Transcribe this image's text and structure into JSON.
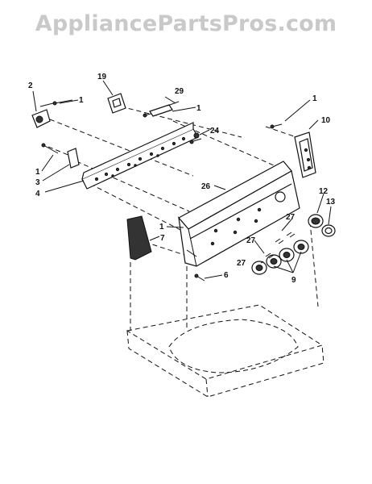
{
  "watermark": "AppliancePartsPros.com",
  "callouts": {
    "c1a": "1",
    "c2": "2",
    "c19": "19",
    "c29": "29",
    "c1b": "1",
    "c24": "24",
    "c1c": "1",
    "c10": "10",
    "c1d": "1",
    "c3": "3",
    "c4": "4",
    "c26": "26",
    "c12": "12",
    "c13": "13",
    "c27a": "27",
    "c1e": "1",
    "c7": "7",
    "c27b": "27",
    "c27c": "27",
    "c9": "9",
    "c6": "6"
  }
}
